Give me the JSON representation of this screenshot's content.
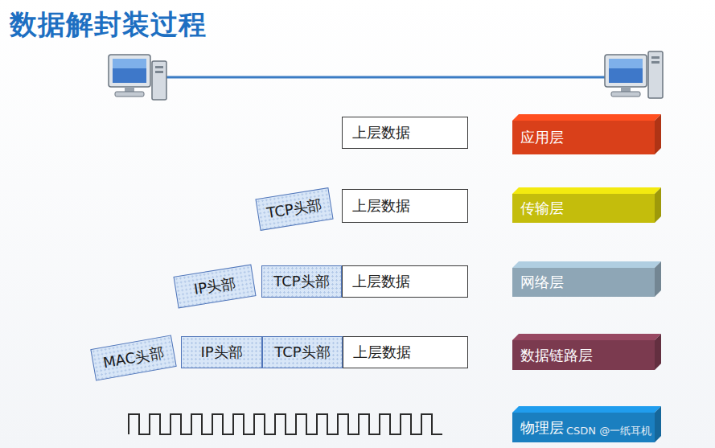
{
  "diagram": {
    "title": "数据解封装过程",
    "nodes": [
      {
        "text": [
          "上层数据"
        ]
      },
      {
        "text": [
          "应用层"
        ]
      },
      {
        "text": [
          "TCP头部"
        ]
      },
      {
        "text": [
          "上层数据"
        ]
      },
      {
        "text": [
          "传输层"
        ]
      },
      {
        "text": [
          "IP头部"
        ]
      },
      {
        "text": [
          "TCP头部"
        ]
      },
      {
        "text": [
          "上层数据"
        ]
      },
      {
        "text": [
          "网络层"
        ]
      },
      {
        "text": [
          "MAC头部"
        ]
      },
      {
        "text": [
          "IP头部"
        ]
      },
      {
        "text": [
          "TCP头部"
        ]
      },
      {
        "text": [
          "上层数据"
        ]
      },
      {
        "text": [
          "数据链路层"
        ]
      },
      {
        "text": [
          "物理层"
        ]
      }
    ],
    "labels": [
      "CSDN @一纸耳机"
    ]
  }
}
